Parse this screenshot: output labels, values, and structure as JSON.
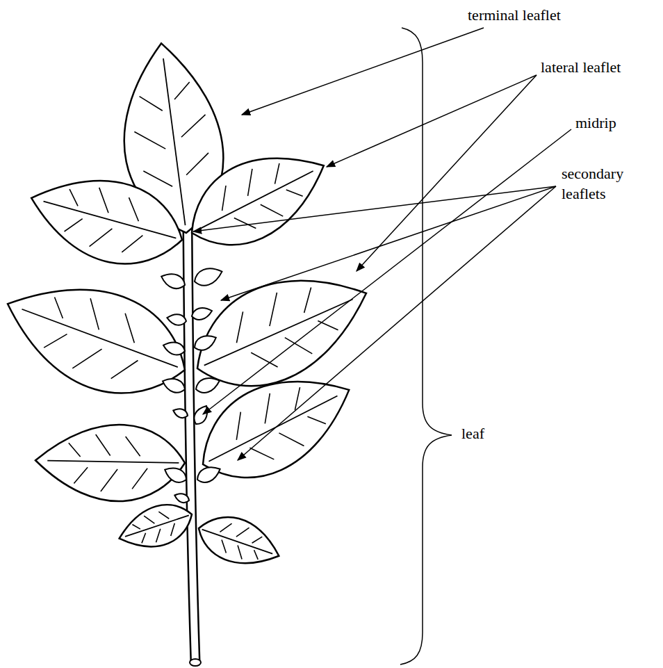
{
  "diagram": {
    "labels": [
      "terminal leaflet",
      "lateral leaflet",
      "midrip",
      "secondary leaflets",
      "leaf"
    ]
  }
}
